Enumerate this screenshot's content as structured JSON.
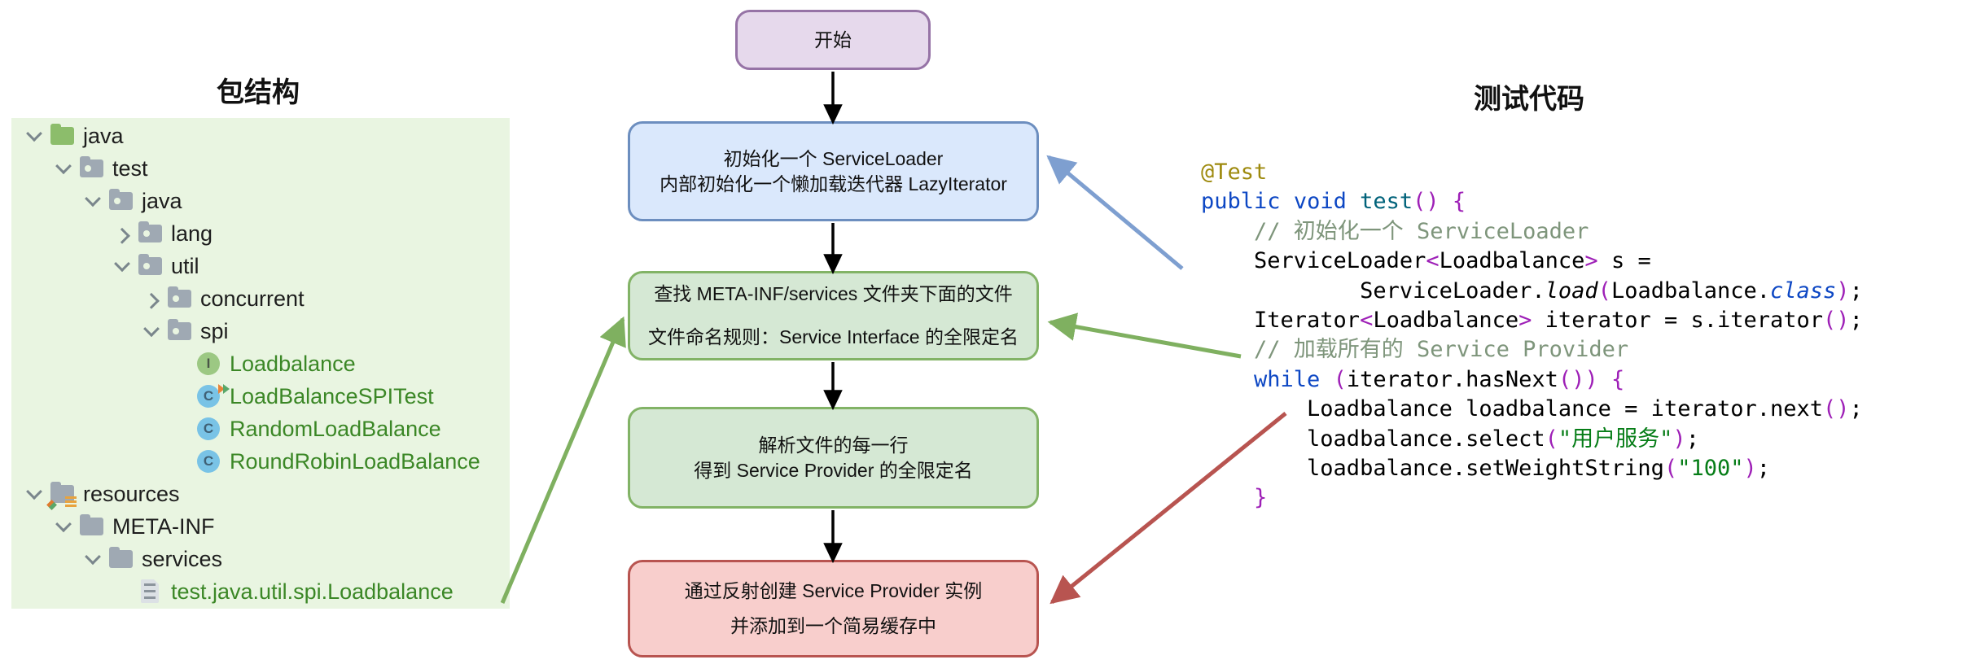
{
  "titles": {
    "left": "包结构",
    "right": "测试代码"
  },
  "tree": {
    "items": [
      {
        "level": 0,
        "chevron": "open",
        "icon": "folder-src",
        "label": "java",
        "green": false
      },
      {
        "level": 1,
        "chevron": "open",
        "icon": "folder-pkg",
        "label": "test",
        "green": false
      },
      {
        "level": 2,
        "chevron": "open",
        "icon": "folder-pkg",
        "label": "java",
        "green": false
      },
      {
        "level": 3,
        "chevron": "closed",
        "icon": "folder-pkg",
        "label": "lang",
        "green": false
      },
      {
        "level": 3,
        "chevron": "open",
        "icon": "folder-pkg",
        "label": "util",
        "green": false
      },
      {
        "level": 4,
        "chevron": "closed",
        "icon": "folder-pkg",
        "label": "concurrent",
        "green": false
      },
      {
        "level": 4,
        "chevron": "open",
        "icon": "folder-pkg",
        "label": "spi",
        "green": false
      },
      {
        "level": 5,
        "chevron": "none",
        "icon": "interface",
        "label": "Loadbalance",
        "green": true
      },
      {
        "level": 5,
        "chevron": "none",
        "icon": "class-test",
        "label": "LoadBalanceSPITest",
        "green": true
      },
      {
        "level": 5,
        "chevron": "none",
        "icon": "class",
        "label": "RandomLoadBalance",
        "green": true
      },
      {
        "level": 5,
        "chevron": "none",
        "icon": "class",
        "label": "RoundRobinLoadBalance",
        "green": true
      },
      {
        "level": 0,
        "chevron": "open",
        "icon": "folder-res",
        "label": "resources",
        "green": false
      },
      {
        "level": 1,
        "chevron": "open",
        "icon": "folder-plain",
        "label": "META-INF",
        "green": false
      },
      {
        "level": 2,
        "chevron": "open",
        "icon": "folder-plain",
        "label": "services",
        "green": false
      },
      {
        "level": 3,
        "chevron": "none",
        "icon": "file",
        "label": "test.java.util.spi.Loadbalance",
        "green": true
      }
    ]
  },
  "flow": {
    "start_label": "开始",
    "boxes": [
      {
        "id": "init",
        "color": "blue",
        "lines": [
          "初始化一个 ServiceLoader",
          "内部初始化一个懒加载迭代器 LazyIterator"
        ]
      },
      {
        "id": "find",
        "color": "green",
        "lines": [
          "查找 META-INF/services 文件夹下面的文件",
          "文件命名规则：Service Interface 的全限定名"
        ]
      },
      {
        "id": "parse",
        "color": "green",
        "lines": [
          "解析文件的每一行",
          "得到 Service Provider 的全限定名"
        ]
      },
      {
        "id": "reflect",
        "color": "red",
        "lines": [
          "通过反射创建 Service Provider 实例",
          "并添加到一个简易缓存中"
        ]
      }
    ]
  },
  "code": {
    "lines": [
      [
        [
          "an",
          "@Test"
        ]
      ],
      [
        [
          "kw",
          "public"
        ],
        [
          "pl",
          " "
        ],
        [
          "kw",
          "void"
        ],
        [
          "pl",
          " "
        ],
        [
          "fn",
          "test"
        ],
        [
          "pu",
          "()"
        ],
        [
          "pl",
          " "
        ],
        [
          "pu",
          "{"
        ]
      ],
      [
        [
          "pl",
          "    "
        ],
        [
          "cm",
          "// 初始化一个 ServiceLoader"
        ]
      ],
      [
        [
          "pl",
          "    ServiceLoader"
        ],
        [
          "pu",
          "<"
        ],
        [
          "pl",
          "Loadbalance"
        ],
        [
          "pu",
          ">"
        ],
        [
          "pl",
          " s ="
        ]
      ],
      [
        [
          "pl",
          "            ServiceLoader."
        ],
        [
          "itl",
          "load"
        ],
        [
          "pu",
          "("
        ],
        [
          "pl",
          "Loadbalance."
        ],
        [
          "kwi",
          "class"
        ],
        [
          "pu",
          ")"
        ],
        [
          "pl",
          ";"
        ]
      ],
      [
        [
          "pl",
          "    Iterator"
        ],
        [
          "pu",
          "<"
        ],
        [
          "pl",
          "Loadbalance"
        ],
        [
          "pu",
          ">"
        ],
        [
          "pl",
          " iterator = s.iterator"
        ],
        [
          "pu",
          "()"
        ],
        [
          "pl",
          ";"
        ]
      ],
      [
        [
          "pl",
          "    "
        ],
        [
          "cm",
          "// 加载所有的 Service Provider"
        ]
      ],
      [
        [
          "pl",
          "    "
        ],
        [
          "kw",
          "while"
        ],
        [
          "pl",
          " "
        ],
        [
          "pu",
          "("
        ],
        [
          "pl",
          "iterator.hasNext"
        ],
        [
          "pu",
          "())"
        ],
        [
          "pl",
          " "
        ],
        [
          "pu",
          "{"
        ]
      ],
      [
        [
          "pl",
          "        Loadbalance loadbalance = iterator.next"
        ],
        [
          "pu",
          "()"
        ],
        [
          "pl",
          ";"
        ]
      ],
      [
        [
          "pl",
          "        loadbalance.select"
        ],
        [
          "pu",
          "("
        ],
        [
          "st",
          "\"用户服务\""
        ],
        [
          "pu",
          ")"
        ],
        [
          "pl",
          ";"
        ]
      ],
      [
        [
          "pl",
          "        loadbalance.setWeightString"
        ],
        [
          "pu",
          "("
        ],
        [
          "st",
          "\"100\""
        ],
        [
          "pu",
          ")"
        ],
        [
          "pl",
          ";"
        ]
      ],
      [
        [
          "pl",
          "    "
        ],
        [
          "pu",
          "}"
        ]
      ]
    ]
  },
  "colors": {
    "panel_bg": "#E9F5E1",
    "tree_green_text": "#3B8726",
    "folder_gray": "#9FA9B3",
    "folder_green": "#8CBD6B",
    "start_fill": "#E6D9EC",
    "start_border": "#9673A6",
    "blue_fill": "#DAE8FC",
    "blue_border": "#6C8EBF",
    "green_fill": "#D5E8D4",
    "green_border": "#82B366",
    "red_fill": "#F8CECC",
    "red_border": "#B85450",
    "arrow_blue": "#7E9FD0",
    "arrow_green": "#7FB060",
    "arrow_red": "#B85450",
    "code_keyword": "#0D47C4",
    "code_annotation": "#9E8A0E",
    "code_method": "#00627A",
    "code_paren": "#9E20B7",
    "code_comment": "#7E957B",
    "code_string": "#067D17"
  }
}
